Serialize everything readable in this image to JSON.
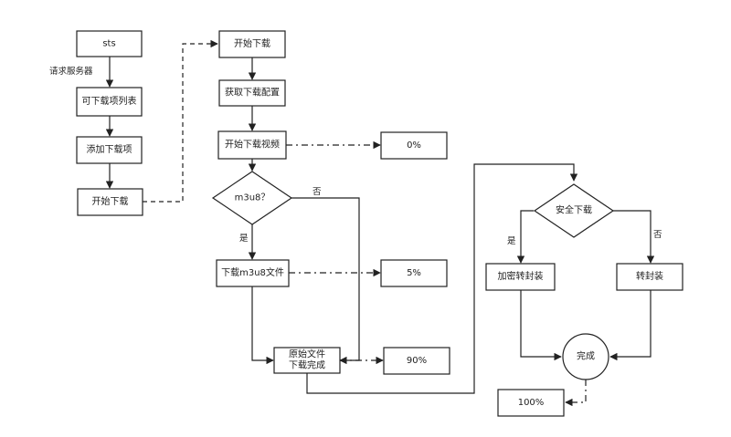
{
  "nodes": {
    "sts": "sts",
    "download_list": "可下载项列表",
    "add_item": "添加下载项",
    "start_download_left": "开始下载",
    "start_download": "开始下载",
    "get_config": "获取下载配置",
    "start_video": "开始下载视频",
    "is_m3u8": "m3u8？",
    "download_m3u8": "下载m3u8文件",
    "original_done_line1": "原始文件",
    "original_done_line2": "下载完成",
    "safe_download": "安全下载",
    "encrypt_remux": "加密转封装",
    "remux": "转封装",
    "done": "完成",
    "pct_0": "0%",
    "pct_5": "5%",
    "pct_90": "90%",
    "pct_100": "100%"
  },
  "edges": {
    "request_server": "请求服务器",
    "no_m3u8": "否",
    "yes_m3u8": "是",
    "yes_safe": "是",
    "no_safe": "否"
  }
}
